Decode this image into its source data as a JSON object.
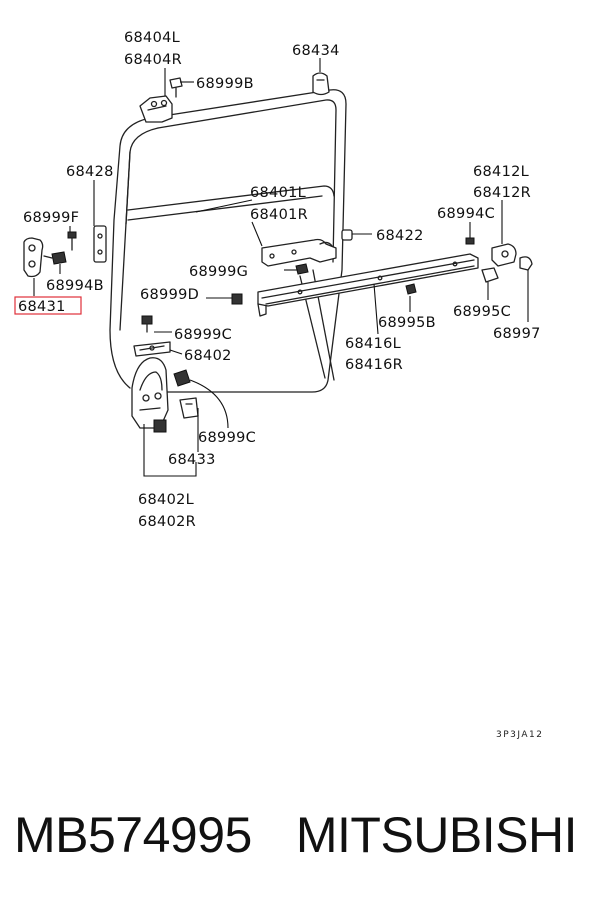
{
  "diagram": {
    "labels": {
      "l68404L": "68404L",
      "l68404R": "68404R",
      "l68999B": "68999B",
      "l68434": "68434",
      "l68428": "68428",
      "l68401L": "68401L",
      "l68401R": "68401R",
      "l68412L": "68412L",
      "l68412R": "68412R",
      "l68999F": "68999F",
      "l68994C": "68994C",
      "l68422": "68422",
      "l68994B": "68994B",
      "l68999G": "68999G",
      "l68431": "68431",
      "l68999D": "68999D",
      "l68995C": "68995C",
      "l68995B": "68995B",
      "l68997": "68997",
      "l68416L": "68416L",
      "l68416R": "68416R",
      "l68999C_a": "68999C",
      "l68402": "68402",
      "l68999C_b": "68999C",
      "l68433": "68433",
      "l68402L": "68402L",
      "l68402R": "68402R"
    },
    "code": "3P3JA12",
    "highlight_color": "#e0303a"
  },
  "footer": {
    "part_number": "MB574995",
    "brand": "MITSUBISHI"
  }
}
